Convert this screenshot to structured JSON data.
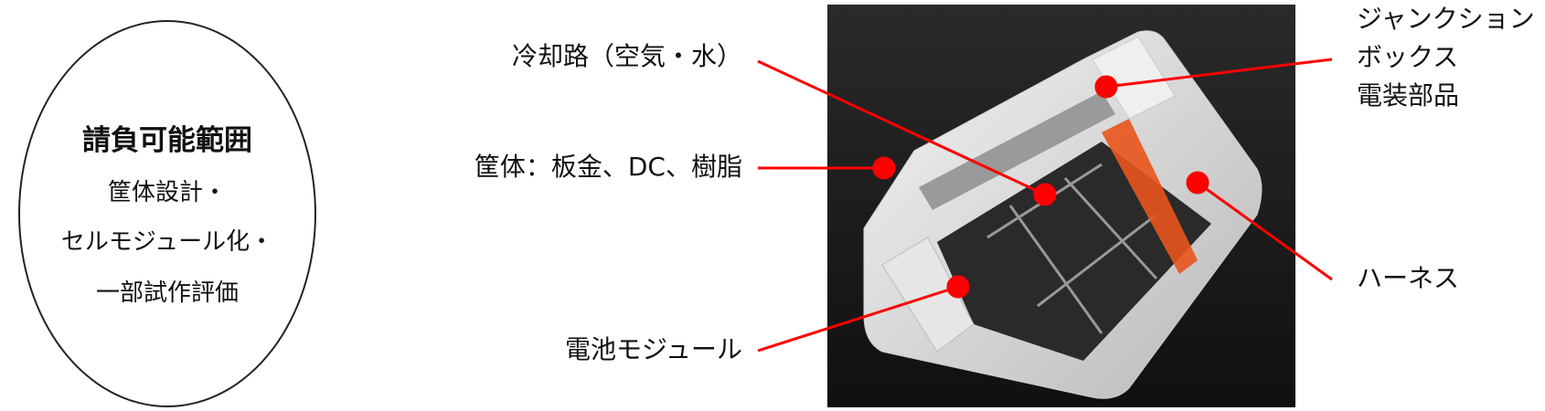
{
  "scope": {
    "title": "請負可能範囲",
    "lines": [
      "筐体設計・",
      "セルモジュール化・",
      "一部試作評価"
    ]
  },
  "labels": {
    "cooling": "冷却路（空気・水）",
    "housing": "筐体：板金、DC、樹脂",
    "battery_module": "電池モジュール",
    "junction_box": [
      "ジャンクション",
      "ボックス",
      "電装部品"
    ],
    "harness": "ハーネス"
  },
  "colors": {
    "callout": "#ff0000",
    "background": "#ffffff",
    "photo_bg": "#1c1c1c",
    "harness_orange": "#e8541c"
  }
}
